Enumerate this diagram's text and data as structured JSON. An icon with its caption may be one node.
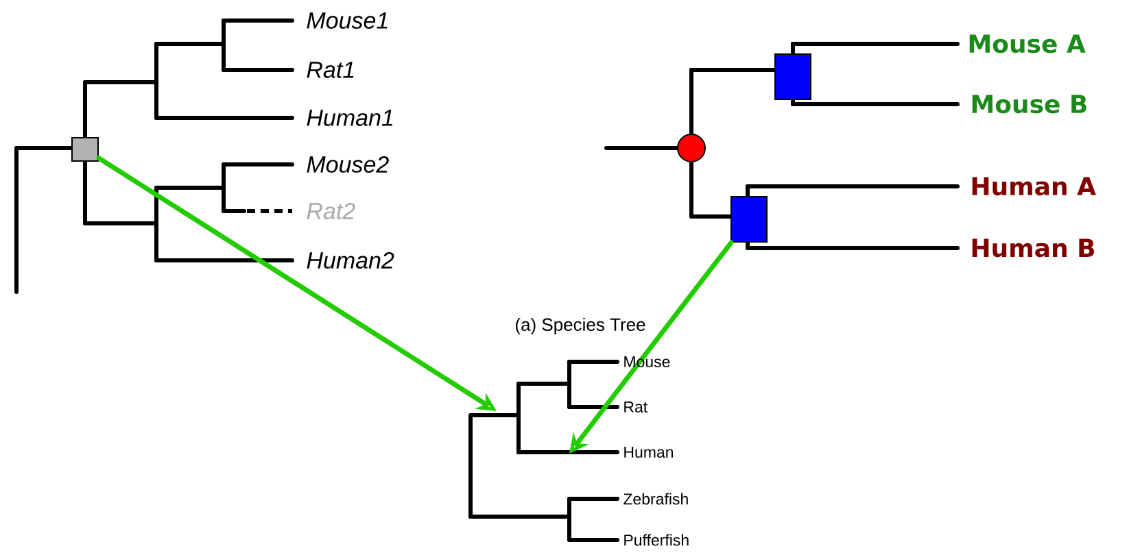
{
  "diagram": {
    "nodes": [
      {
        "text": [],
        "shape": "box"
      },
      {
        "text": [],
        "shape": "box"
      },
      {
        "text": [],
        "shape": "circle"
      },
      {
        "text": [],
        "shape": "box"
      }
    ],
    "edges": [
      {
        "from": 0,
        "to": null,
        "arrow": "to"
      },
      {
        "from": 3,
        "to": null,
        "arrow": "to"
      }
    ],
    "labels": [
      "Mouse1",
      "Rat1",
      "Human1",
      "Mouse2",
      "Rat2",
      "Human2",
      "Mouse A",
      "Mouse B",
      "Human A",
      "Human B",
      "(a) Species Tree",
      "Mouse",
      "Rat",
      "Human",
      "Zebrafish",
      "Pufferfish"
    ]
  }
}
